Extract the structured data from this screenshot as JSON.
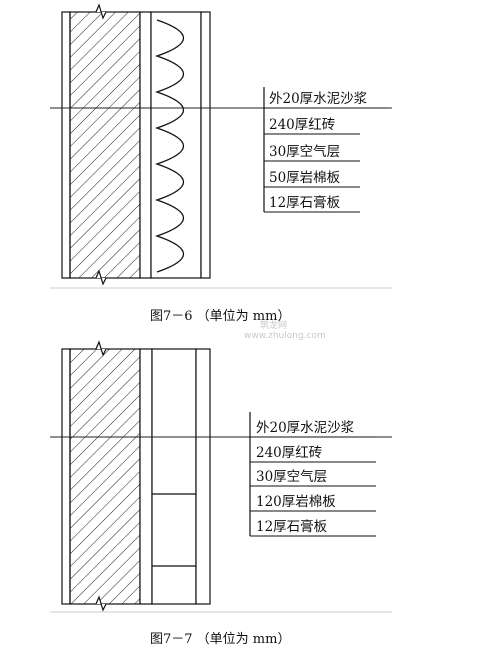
{
  "figures": [
    {
      "caption": "图7－6  （单位为 mm）",
      "layers": [
        "外20厚水泥沙浆",
        "240厚红砖",
        "30厚空气层",
        "50厚岩棉板",
        "12厚石膏板"
      ]
    },
    {
      "caption": "图7－7  （单位为 mm）",
      "layers": [
        "外20厚水泥沙浆",
        "240厚红砖",
        "30厚空气层",
        "120厚岩棉板",
        "12厚石膏板"
      ]
    }
  ],
  "watermark": [
    "筑龙网",
    "www.zhulong.com"
  ]
}
